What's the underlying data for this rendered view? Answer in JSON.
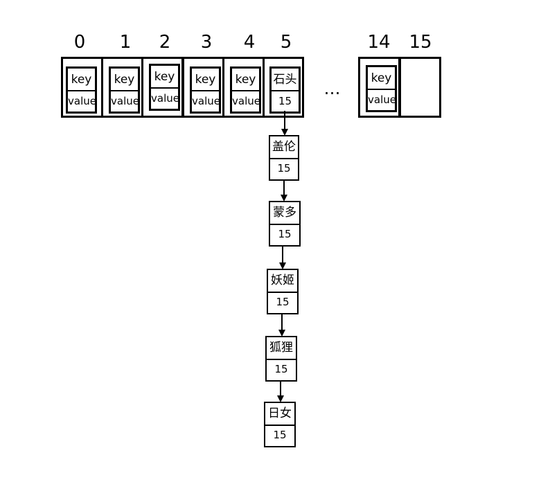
{
  "indices": [
    "0",
    "1",
    "2",
    "3",
    "4",
    "5",
    "14",
    "15"
  ],
  "slots": [
    {
      "key": "key",
      "value": "value"
    },
    {
      "key": "key",
      "value": "value"
    },
    {
      "key": "key",
      "value": "value"
    },
    {
      "key": "key",
      "value": "value"
    },
    {
      "key": "key",
      "value": "value"
    },
    {
      "key": "石头",
      "value": "15"
    },
    {
      "key": "key",
      "value": "value"
    }
  ],
  "ellipsis": "…",
  "chain": [
    {
      "key": "盖伦",
      "value": "15"
    },
    {
      "key": "蒙多",
      "value": "15"
    },
    {
      "key": "妖姬",
      "value": "15"
    },
    {
      "key": "狐狸",
      "value": "15"
    },
    {
      "key": "日女",
      "value": "15"
    }
  ]
}
